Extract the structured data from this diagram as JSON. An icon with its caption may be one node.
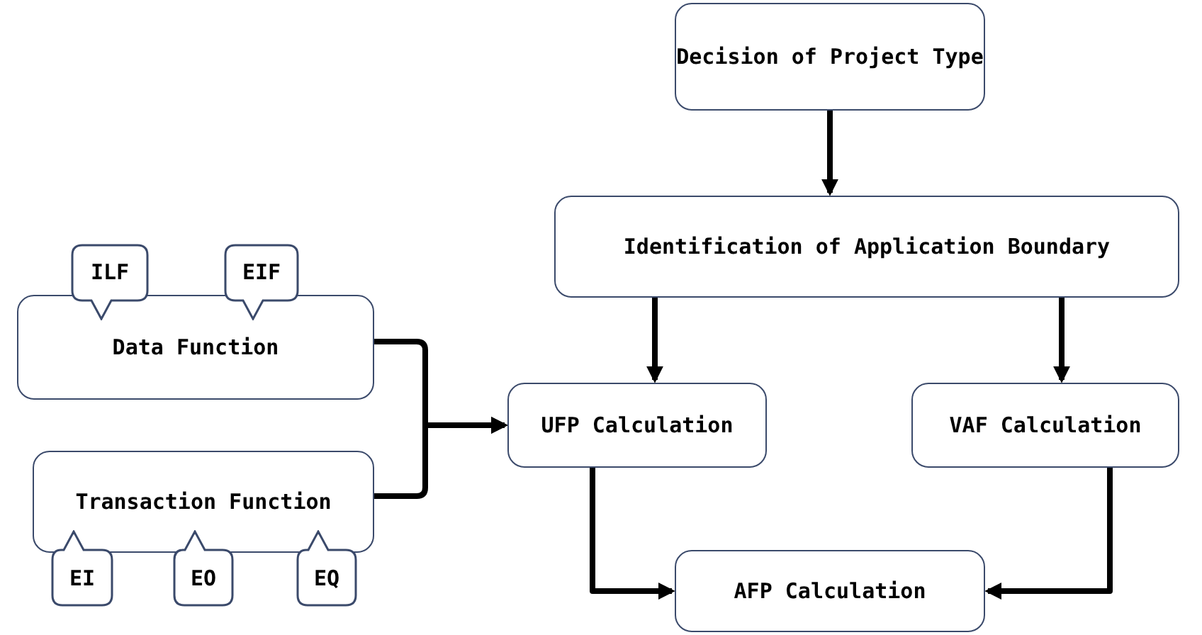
{
  "diagram": {
    "nodes": [
      {
        "text": [
          "Decision of Project Type"
        ]
      },
      {
        "text": [
          "Identification of Application Boundary"
        ]
      },
      {
        "text": [
          "Data Function"
        ]
      },
      {
        "text": [
          "ILF"
        ]
      },
      {
        "text": [
          "EIF"
        ]
      },
      {
        "text": [
          "Transaction Function"
        ]
      },
      {
        "text": [
          "EI"
        ]
      },
      {
        "text": [
          "EO"
        ]
      },
      {
        "text": [
          "EQ"
        ]
      },
      {
        "text": [
          "UFP Calculation"
        ]
      },
      {
        "text": [
          "VAF Calculation"
        ]
      },
      {
        "text": [
          "AFP Calculation"
        ]
      }
    ],
    "edges": [
      {
        "from": 0,
        "to": 1,
        "arrow": "to"
      },
      {
        "from": 1,
        "to": 9,
        "arrow": "to"
      },
      {
        "from": 1,
        "to": 10,
        "arrow": "to"
      },
      {
        "from": 2,
        "to": 9,
        "arrow": "to"
      },
      {
        "from": 5,
        "to": 9,
        "arrow": "to"
      },
      {
        "from": 9,
        "to": 11,
        "arrow": "to"
      },
      {
        "from": 10,
        "to": 11,
        "arrow": "to"
      }
    ]
  }
}
